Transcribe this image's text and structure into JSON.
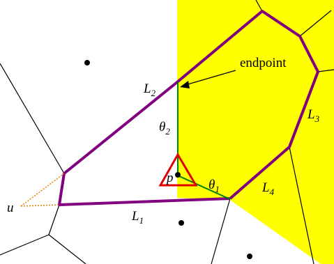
{
  "colors": {
    "region_fill": "#ffff00",
    "voronoi_edge": "#000000",
    "path_purple": "#800080",
    "angle_green": "#008000",
    "triangle_red": "#e00000",
    "dotted_orange": "#e08000"
  },
  "labels": {
    "endpoint": "endpoint",
    "L1": {
      "base": "L",
      "sub": "1"
    },
    "L2": {
      "base": "L",
      "sub": "2"
    },
    "L3": {
      "base": "L",
      "sub": "3"
    },
    "L4": {
      "base": "L",
      "sub": "4"
    },
    "theta1": {
      "base": "θ",
      "sub": "1"
    },
    "theta2": {
      "base": "θ",
      "sub": "2"
    },
    "p": "p",
    "u": "u"
  }
}
